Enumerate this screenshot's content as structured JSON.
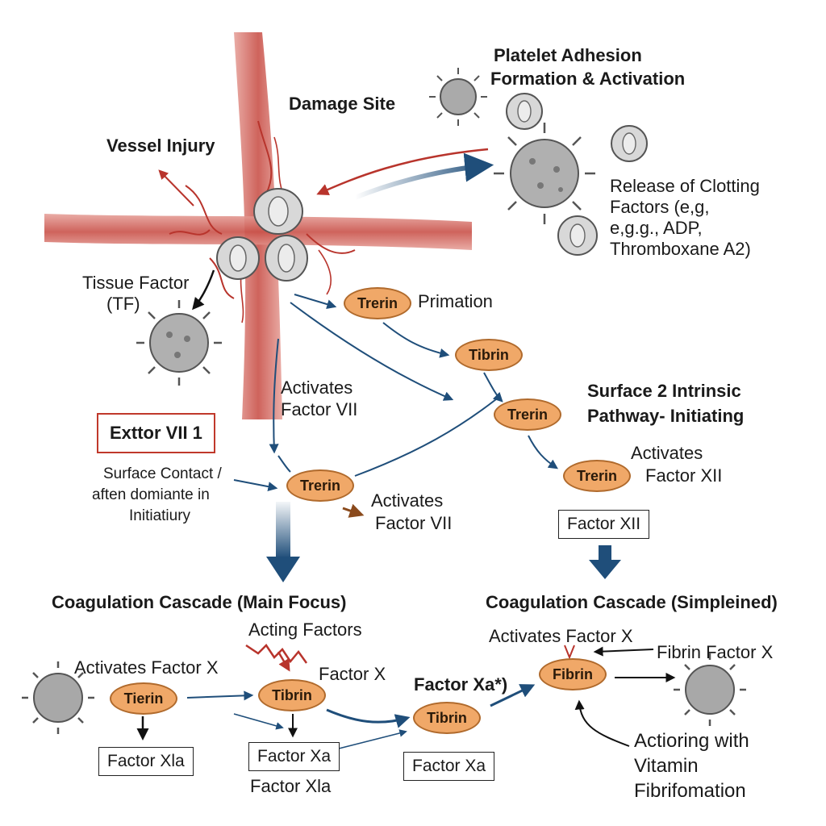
{
  "labels": {
    "platelet_adhesion_1": "Platelet Adhesion",
    "platelet_adhesion_2": "Formation & Activation",
    "damage_site": "Damage Site",
    "vessel_injury": "Vessel Injury",
    "release_1": "Release of Clotting",
    "release_2": "Factors (e,g,",
    "release_3": "e,g.g., ADP,",
    "release_4": "Thromboxane A2)",
    "tissue_factor_1": "Tissue Factor",
    "tissue_factor_2": "(TF)",
    "primation": "Primation",
    "activates_vii_1a": "Activates",
    "activates_vii_1b": "Factor VII",
    "surface_intrinsic_1": "Surface 2 Intrinsic",
    "surface_intrinsic_2": "Pathway- Initiating",
    "activates_xii_1": "Activates",
    "activates_xii_2": "Factor XII",
    "surface_contact_1": "Surface Contact /",
    "surface_contact_2": "aften domiante in",
    "surface_contact_3": "Initiatiury",
    "activates_vii_2a": "Activates",
    "activates_vii_2b": "Factor VII",
    "cascade_main": "Coagulation Cascade (Main Focus)",
    "cascade_simple": "Coagulation Cascade (Simpleined)",
    "acting_factors": "Acting Factors",
    "activates_x_left": "Activates Factor X",
    "factor_x_mid": "Factor X",
    "factor_xa_star": "Factor Xa*)",
    "activates_x_right": "Activates Factor X",
    "fibrin_factor_x": "Fibrin Factor X",
    "factor_xla_bottom": "Factor Xla",
    "actioring_1": "Actioring with",
    "actioring_2": "Vitamin",
    "actioring_3": "Fibrifomation"
  },
  "boxes": {
    "extor": "Exttor VII 1",
    "factor_xii": "Factor XII",
    "factor_xla_left": "Factor Xla",
    "factor_xa_mid": "Factor Xa",
    "factor_xa_right": "Factor Xa"
  },
  "nodes": {
    "trerin_primation": "Trerin",
    "tibrin_top": "Tibrin",
    "trerin_mid_right": "Trerin",
    "trerin_xii": "Trerin",
    "trerin_left": "Trerin",
    "tierin_bottom": "Tierin",
    "tibrin_bottom_mid": "Tibrin",
    "tibrin_bottom_right": "Tibrin",
    "fibrin_bottom": "Fibrin"
  },
  "colors": {
    "vessel": "#d9645e",
    "vessel_dark": "#b8342c",
    "arrow_blue": "#1f4e7a",
    "arrow_red": "#b8342c",
    "node_fill": "#f0a868",
    "platelet_gray": "#9a9a9a"
  }
}
